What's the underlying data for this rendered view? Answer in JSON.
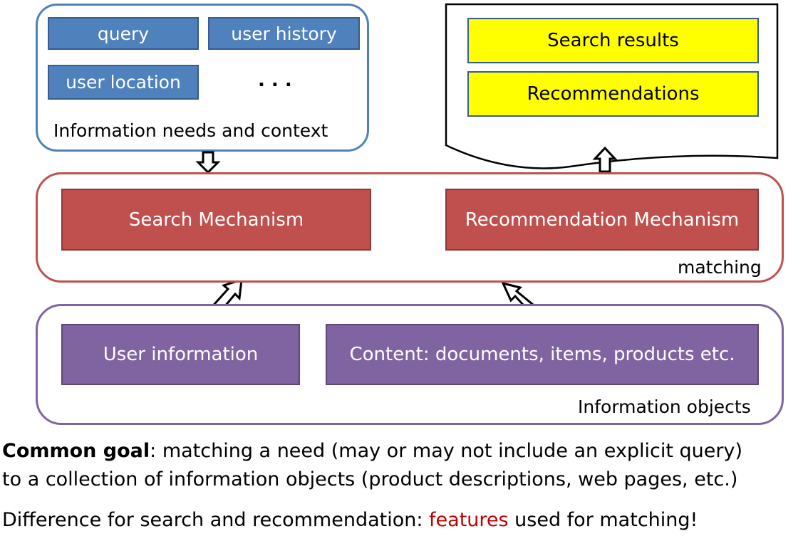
{
  "colors": {
    "needs_border": "#4F81BD",
    "matching_border": "#C0504D",
    "objects_border": "#8064A2",
    "highlight_text": "#C00000"
  },
  "needs_group": {
    "caption": "Information needs and context",
    "items": [
      "query",
      "user history",
      "user location"
    ],
    "ellipsis": ". . ."
  },
  "results_doc": {
    "items": [
      "Search results",
      "Recommendations"
    ]
  },
  "matching_group": {
    "caption": "matching",
    "search": "Search Mechanism",
    "recommendation": "Recommendation Mechanism"
  },
  "objects_group": {
    "caption": "Information objects",
    "user_info": "User information",
    "content": "Content: documents, items, products etc."
  },
  "text": {
    "goal_bold": "Common goal",
    "goal_rest": ": matching a need (may or may not include an explicit query)",
    "goal_line2": "to a collection of information objects (product descriptions, web pages, etc.)",
    "diff_prefix": "Difference for search and recommendation: ",
    "diff_highlight": "features",
    "diff_suffix": " used for matching!"
  }
}
